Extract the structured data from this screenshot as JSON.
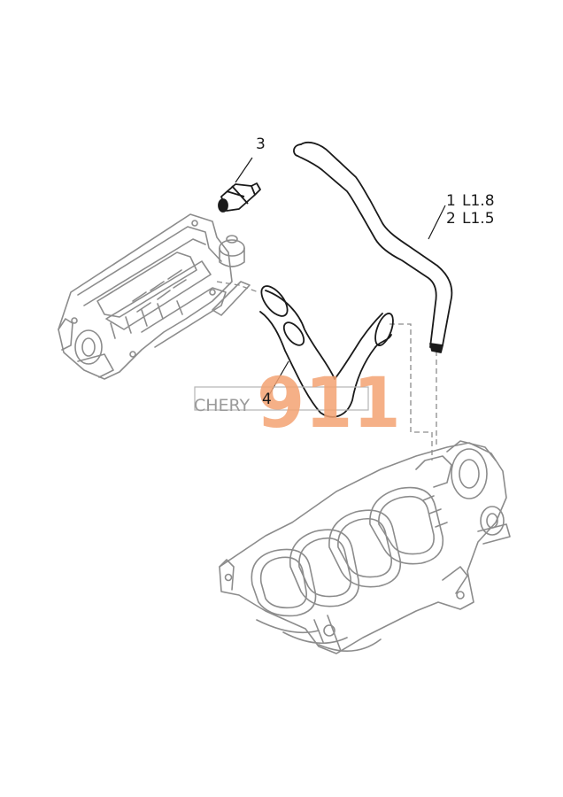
{
  "callouts": {
    "c3": "3",
    "c4": "4",
    "c1_num": "1",
    "c1_text": "L1.8",
    "c2_num": "2",
    "c2_text": "L1.5"
  },
  "watermark": {
    "brand": "CHERY",
    "number": "911"
  },
  "colors": {
    "line_dark": "#1a1a1a",
    "line_gray": "#8c8c8c",
    "watermark_orange": "#f4a373"
  }
}
